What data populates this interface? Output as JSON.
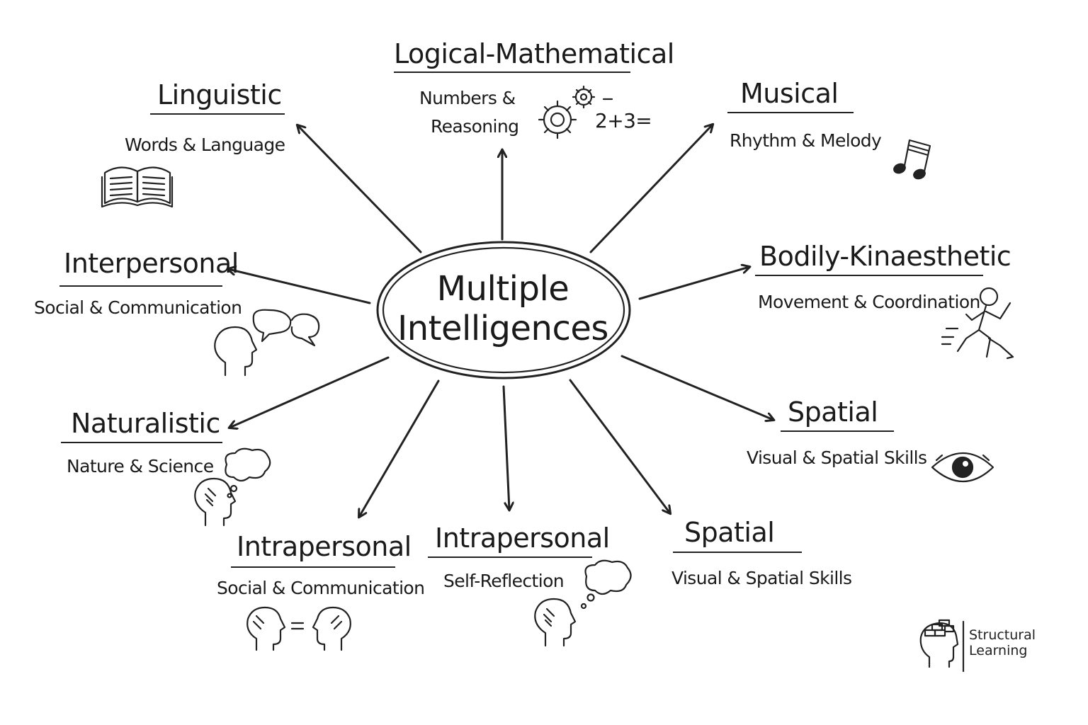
{
  "center": {
    "line1": "Multiple",
    "line2": "Intelligences"
  },
  "nodes": {
    "logical": {
      "title": "Logical-Mathematical",
      "sub1": "Numbers &",
      "sub2": "Reasoning",
      "equation": "2+3="
    },
    "linguistic": {
      "title": "Linguistic",
      "sub": "Words & Language"
    },
    "musical": {
      "title": "Musical",
      "sub": "Rhythm & Melody"
    },
    "interpersonal": {
      "title": "Interpersonal",
      "sub": "Social & Communication"
    },
    "bodily": {
      "title": "Bodily-Kinaesthetic",
      "sub": "Movement & Coordination"
    },
    "naturalistic": {
      "title": "Naturalistic",
      "sub": "Nature & Science"
    },
    "spatial_right": {
      "title": "Spatial",
      "sub": "Visual & Spatial Skills"
    },
    "intrapersonal_left": {
      "title": "Intrapersonal",
      "sub": "Social & Communication"
    },
    "intrapersonal_center": {
      "title": "Intrapersonal",
      "sub": "Self-Reflection"
    },
    "spatial_bottom": {
      "title": "Spatial",
      "sub": "Visual & Spatial Skills"
    }
  },
  "icons": {
    "linguistic": "open-book-icon",
    "logical": "gears-icon",
    "musical": "music-note-icon",
    "interpersonal": "head-speech-bubbles-icon",
    "bodily": "running-person-icon",
    "naturalistic": "head-thought-cloud-icon",
    "spatial": "eye-icon",
    "intrapersonal_left": "two-heads-icon",
    "intrapersonal_center": "head-thought-cloud-icon"
  },
  "brand": {
    "line1": "Structural",
    "line2": "Learning"
  },
  "colors": {
    "ink": "#222222",
    "background": "#ffffff"
  }
}
